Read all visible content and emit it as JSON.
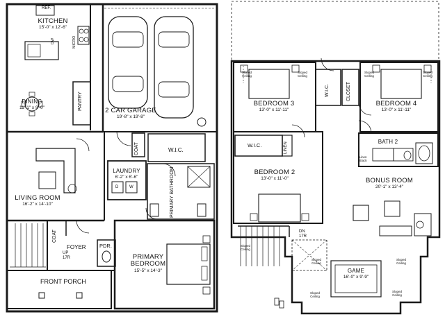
{
  "first_floor": {
    "rooms": [
      {
        "id": "kitchen",
        "name": "KITCHEN",
        "dims": "15'-0\" x 12'-6\""
      },
      {
        "id": "dining",
        "name": "DINING",
        "dims": "11'-1\" x 9'-0\""
      },
      {
        "id": "garage",
        "name": "2 CAR GARAGE",
        "dims": "19'-8\" x 19'-8\""
      },
      {
        "id": "living",
        "name": "LIVING ROOM",
        "dims": "16'-2\" x 14'-10\""
      },
      {
        "id": "laundry",
        "name": "LAUNDRY",
        "dims": "6'-2\" x 6'-6\""
      },
      {
        "id": "primary_bedroom",
        "name_line1": "PRIMARY",
        "name_line2": "BEDROOM",
        "dims": "15'-5\" x 14'-3\""
      }
    ],
    "labels": {
      "ref": "REF.",
      "dw": "DW",
      "micro": "MICRO",
      "pantry": "PANTRY",
      "coat_garage": "COAT",
      "wic": "W.I.C.",
      "primary_bathroom": "PRIMARY BATHROOM",
      "coat_foyer": "COAT",
      "foyer": "FOYER",
      "pdr": "PDR.",
      "front_porch": "FRONT PORCH",
      "up": "UP",
      "up_risers": "17R",
      "dryer": "D",
      "washer": "W"
    }
  },
  "second_floor": {
    "rooms": [
      {
        "id": "bedroom3",
        "name": "BEDROOM 3",
        "dims": "13'-0\" x 11'-11\""
      },
      {
        "id": "bedroom4",
        "name": "BEDROOM 4",
        "dims": "13'-0\" x 11'-11\""
      },
      {
        "id": "bedroom2",
        "name": "BEDROOM 2",
        "dims": "13'-0\" x 11'-0\""
      },
      {
        "id": "bath2",
        "name": "BATH 2",
        "dims": ""
      },
      {
        "id": "bonus",
        "name": "BONUS ROOM",
        "dims": "20'-1\" x 13'-4\""
      },
      {
        "id": "game",
        "name": "GAME",
        "dims": "16'-0\" x 9'-9\""
      }
    ],
    "labels": {
      "wic_top": "W.I.C.",
      "closet": "CLOSET",
      "wic_b2": "W.I.C.",
      "linen": "LINEN",
      "linen_stack": "Linen Stack",
      "dn": "DN",
      "dn_risers": "17R",
      "sloped_ceiling": "Sloped Ceiling"
    }
  }
}
